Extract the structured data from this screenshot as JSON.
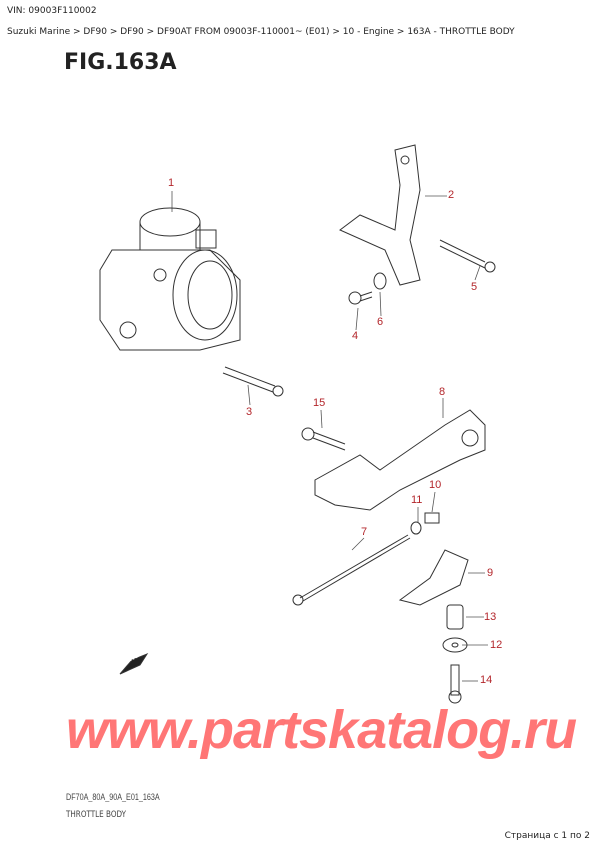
{
  "header": {
    "vin": "VIN: 09003F110002",
    "breadcrumb": "Suzuki Marine > DF90 > DF90 > DF90AT FROM 09003F-110001~ (E01) > 10 - Engine > 163A - THROTTLE BODY",
    "figure_title": "FIG.163A"
  },
  "diagram": {
    "callouts": [
      "1",
      "2",
      "3",
      "4",
      "5",
      "6",
      "7",
      "8",
      "9",
      "10",
      "11",
      "12",
      "13",
      "14",
      "15"
    ],
    "fwd_label": "FWD",
    "callout_color": "#b3262b",
    "watermark": "www.partskatalog.ru",
    "drawing_code": "DF70A_80A_90A_E01_163A",
    "caption": "THROTTLE BODY"
  },
  "footer": {
    "page_info": "Страница с 1 по 2"
  }
}
